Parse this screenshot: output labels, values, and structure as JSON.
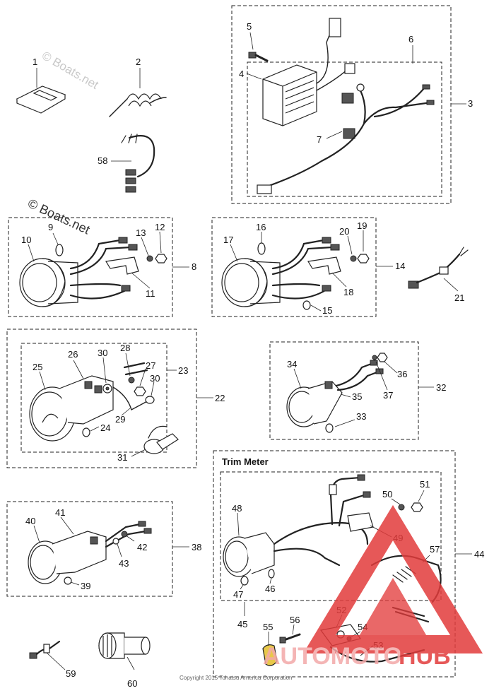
{
  "watermarks": [
    "© Boats.net",
    "© Boats.net"
  ],
  "copyright": "Copyright 2015 Tohatsu America Corporation",
  "brand": {
    "part1": "AUTOMOTO",
    "part2": "HUB",
    "color_main": "#e23b3b",
    "color_light": "#f3a9a9"
  },
  "section_title_trim": "Trim Meter",
  "callouts": {
    "c1": "1",
    "c2": "2",
    "c3": "3",
    "c4": "4",
    "c5": "5",
    "c6": "6",
    "c7": "7",
    "c8": "8",
    "c9": "9",
    "c10": "10",
    "c11": "11",
    "c12": "12",
    "c13": "13",
    "c14": "14",
    "c15": "15",
    "c16": "16",
    "c17": "17",
    "c18": "18",
    "c19": "19",
    "c20": "20",
    "c21": "21",
    "c22": "22",
    "c23": "23",
    "c24": "24",
    "c25": "25",
    "c26": "26",
    "c27": "27",
    "c28": "28",
    "c29": "29",
    "c30a": "30",
    "c30b": "30",
    "c31": "31",
    "c32": "32",
    "c33": "33",
    "c34": "34",
    "c35": "35",
    "c36": "36",
    "c37": "37",
    "c38": "38",
    "c39": "39",
    "c40": "40",
    "c41": "41",
    "c42": "42",
    "c43": "43",
    "c44": "44",
    "c45": "45",
    "c46": "46",
    "c47": "47",
    "c48": "48",
    "c49": "49",
    "c50": "50",
    "c51": "51",
    "c52": "52",
    "c53": "53",
    "c54": "54",
    "c55": "55",
    "c56": "56",
    "c57": "57",
    "c58": "58",
    "c59": "59",
    "c60": "60"
  }
}
